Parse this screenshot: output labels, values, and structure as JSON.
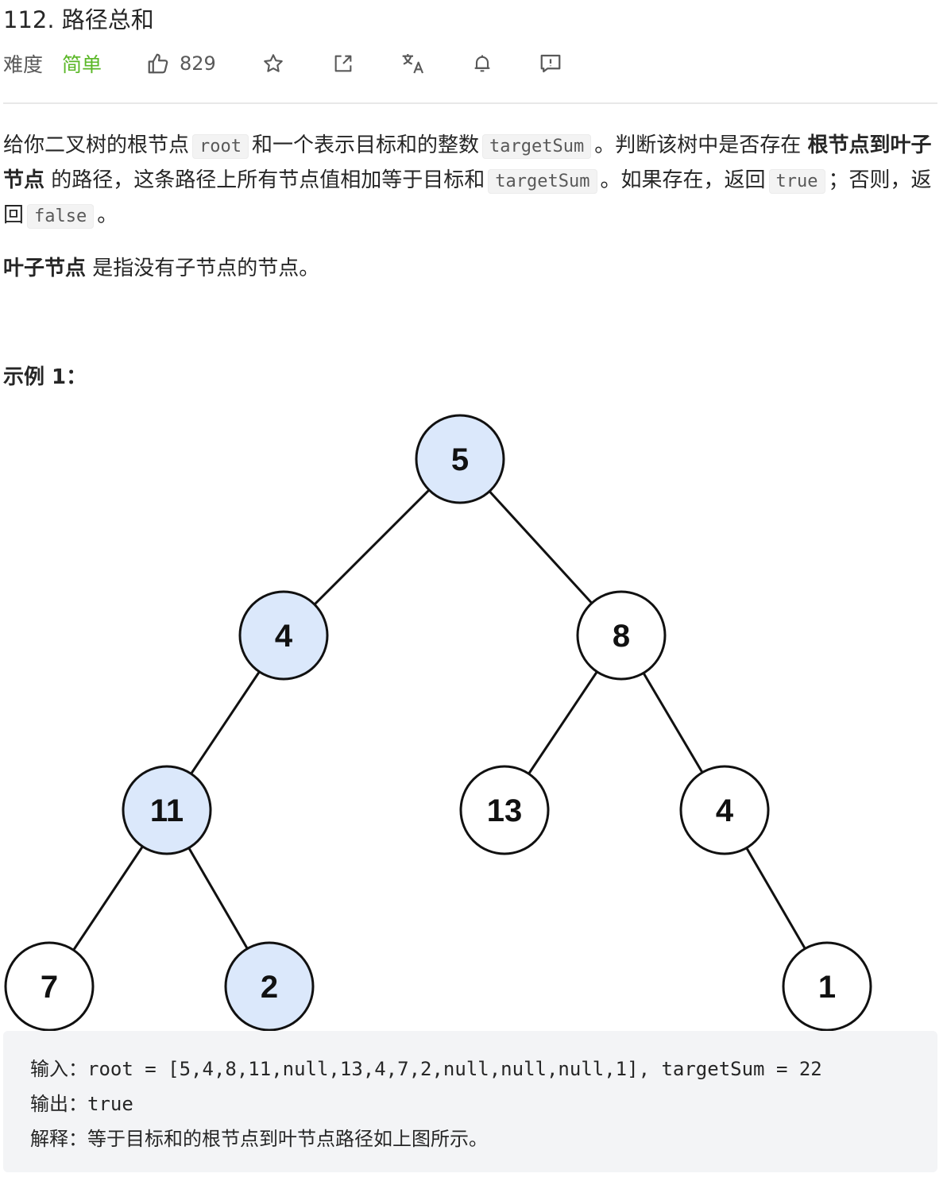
{
  "problem": {
    "title": "112. 路径总和",
    "difficulty_label": "难度",
    "difficulty": "简单",
    "likes": "829"
  },
  "toolbar_icons": [
    "thumbs-up-icon",
    "star-icon",
    "share-icon",
    "translate-icon",
    "bell-icon",
    "feedback-icon"
  ],
  "description": {
    "p1_a": "给你二叉树的根节点",
    "code_root": "root",
    "p1_b": "和一个表示目标和的整数",
    "code_target": "targetSum",
    "p1_c": "。判断该树中是否存在",
    "bold_root_to_leaf": "根节点到叶子节点",
    "p1_d": "的路径，这条路径上所有节点值相加等于目标和",
    "code_target2": "targetSum",
    "p1_e": "。如果存在，返回",
    "code_true": "true",
    "p1_f": "；否则，返回",
    "code_false": "false",
    "p1_g": "。",
    "bold_leaf": "叶子节点",
    "p2": "是指没有子节点的节点。"
  },
  "example": {
    "title": "示例 1：",
    "input_label": "输入：",
    "input_value": "root = [5,4,8,11,null,13,4,7,2,null,null,null,1], targetSum = 22",
    "output_label": "输出：",
    "output_value": "true",
    "explain_label": "解释：",
    "explain_value": "等于目标和的根节点到叶节点路径如上图所示。"
  },
  "tree": {
    "colors": {
      "highlight": "#dbe8fb",
      "normal": "#ffffff",
      "stroke": "#111111"
    },
    "nodes": [
      {
        "id": "n5",
        "label": "5",
        "highlight": true
      },
      {
        "id": "n4",
        "label": "4",
        "highlight": true
      },
      {
        "id": "n8",
        "label": "8",
        "highlight": false
      },
      {
        "id": "n11",
        "label": "11",
        "highlight": true
      },
      {
        "id": "n13",
        "label": "13",
        "highlight": false
      },
      {
        "id": "n4b",
        "label": "4",
        "highlight": false
      },
      {
        "id": "n7",
        "label": "7",
        "highlight": false
      },
      {
        "id": "n2",
        "label": "2",
        "highlight": true
      },
      {
        "id": "n1",
        "label": "1",
        "highlight": false
      }
    ],
    "edges": [
      [
        "n5",
        "n4"
      ],
      [
        "n5",
        "n8"
      ],
      [
        "n4",
        "n11"
      ],
      [
        "n8",
        "n13"
      ],
      [
        "n8",
        "n4b"
      ],
      [
        "n11",
        "n7"
      ],
      [
        "n11",
        "n2"
      ],
      [
        "n4b",
        "n1"
      ]
    ]
  }
}
